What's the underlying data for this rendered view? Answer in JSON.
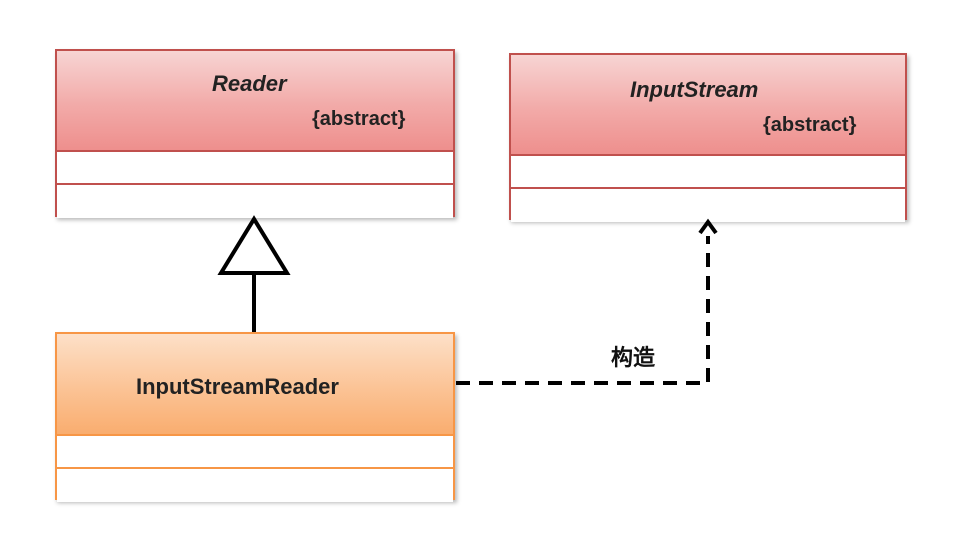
{
  "diagram": {
    "type": "uml-class-diagram",
    "classes": {
      "reader": {
        "name": "Reader",
        "stereotype": "{abstract}",
        "color": "#f2aaa8"
      },
      "inputstream": {
        "name": "InputStream",
        "stereotype": "{abstract}",
        "color": "#f2aaa8"
      },
      "inputstreamreader": {
        "name": "InputStreamReader",
        "color": "#fbc395"
      }
    },
    "relations": {
      "inheritance": {
        "from": "InputStreamReader",
        "to": "Reader",
        "kind": "generalization"
      },
      "dependency": {
        "from": "InputStreamReader",
        "to": "InputStream",
        "kind": "dependency",
        "label": "构造"
      }
    }
  }
}
